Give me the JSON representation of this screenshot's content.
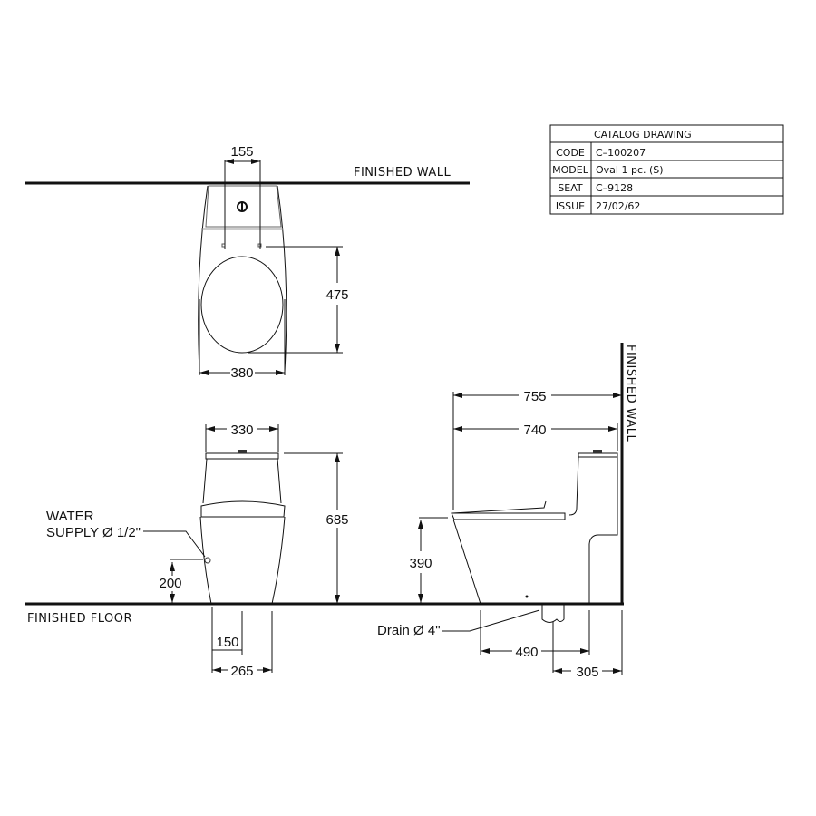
{
  "title_block": {
    "heading": "CATALOG DRAWING",
    "rows": [
      {
        "label": "CODE",
        "value": "C–100207"
      },
      {
        "label": "MODEL",
        "value": "Oval 1 pc. (S)"
      },
      {
        "label": "SEAT",
        "value": "C–9128"
      },
      {
        "label": "ISSUE",
        "value": "27/02/62"
      }
    ]
  },
  "labels": {
    "finished_wall_top": "FINISHED  WALL",
    "finished_wall_side": "FINISHED  WALL",
    "finished_floor": "FINISHED  FLOOR",
    "water_supply_line1": "WATER",
    "water_supply_line2": "SUPPLY Ø 1/2\"",
    "drain": "Drain Ø 4\""
  },
  "dimensions": {
    "top_view": {
      "inlet_spacing": "155",
      "seat_length": "475",
      "width": "380"
    },
    "front_view": {
      "tank_width": "330",
      "total_height": "685",
      "supply_height": "200",
      "supply_offset": "150",
      "base_width": "265"
    },
    "side_view": {
      "overall_depth": "755",
      "body_depth": "740",
      "seat_height": "390",
      "drain_to_front": "490",
      "drain_to_wall": "305"
    }
  },
  "units": "mm"
}
